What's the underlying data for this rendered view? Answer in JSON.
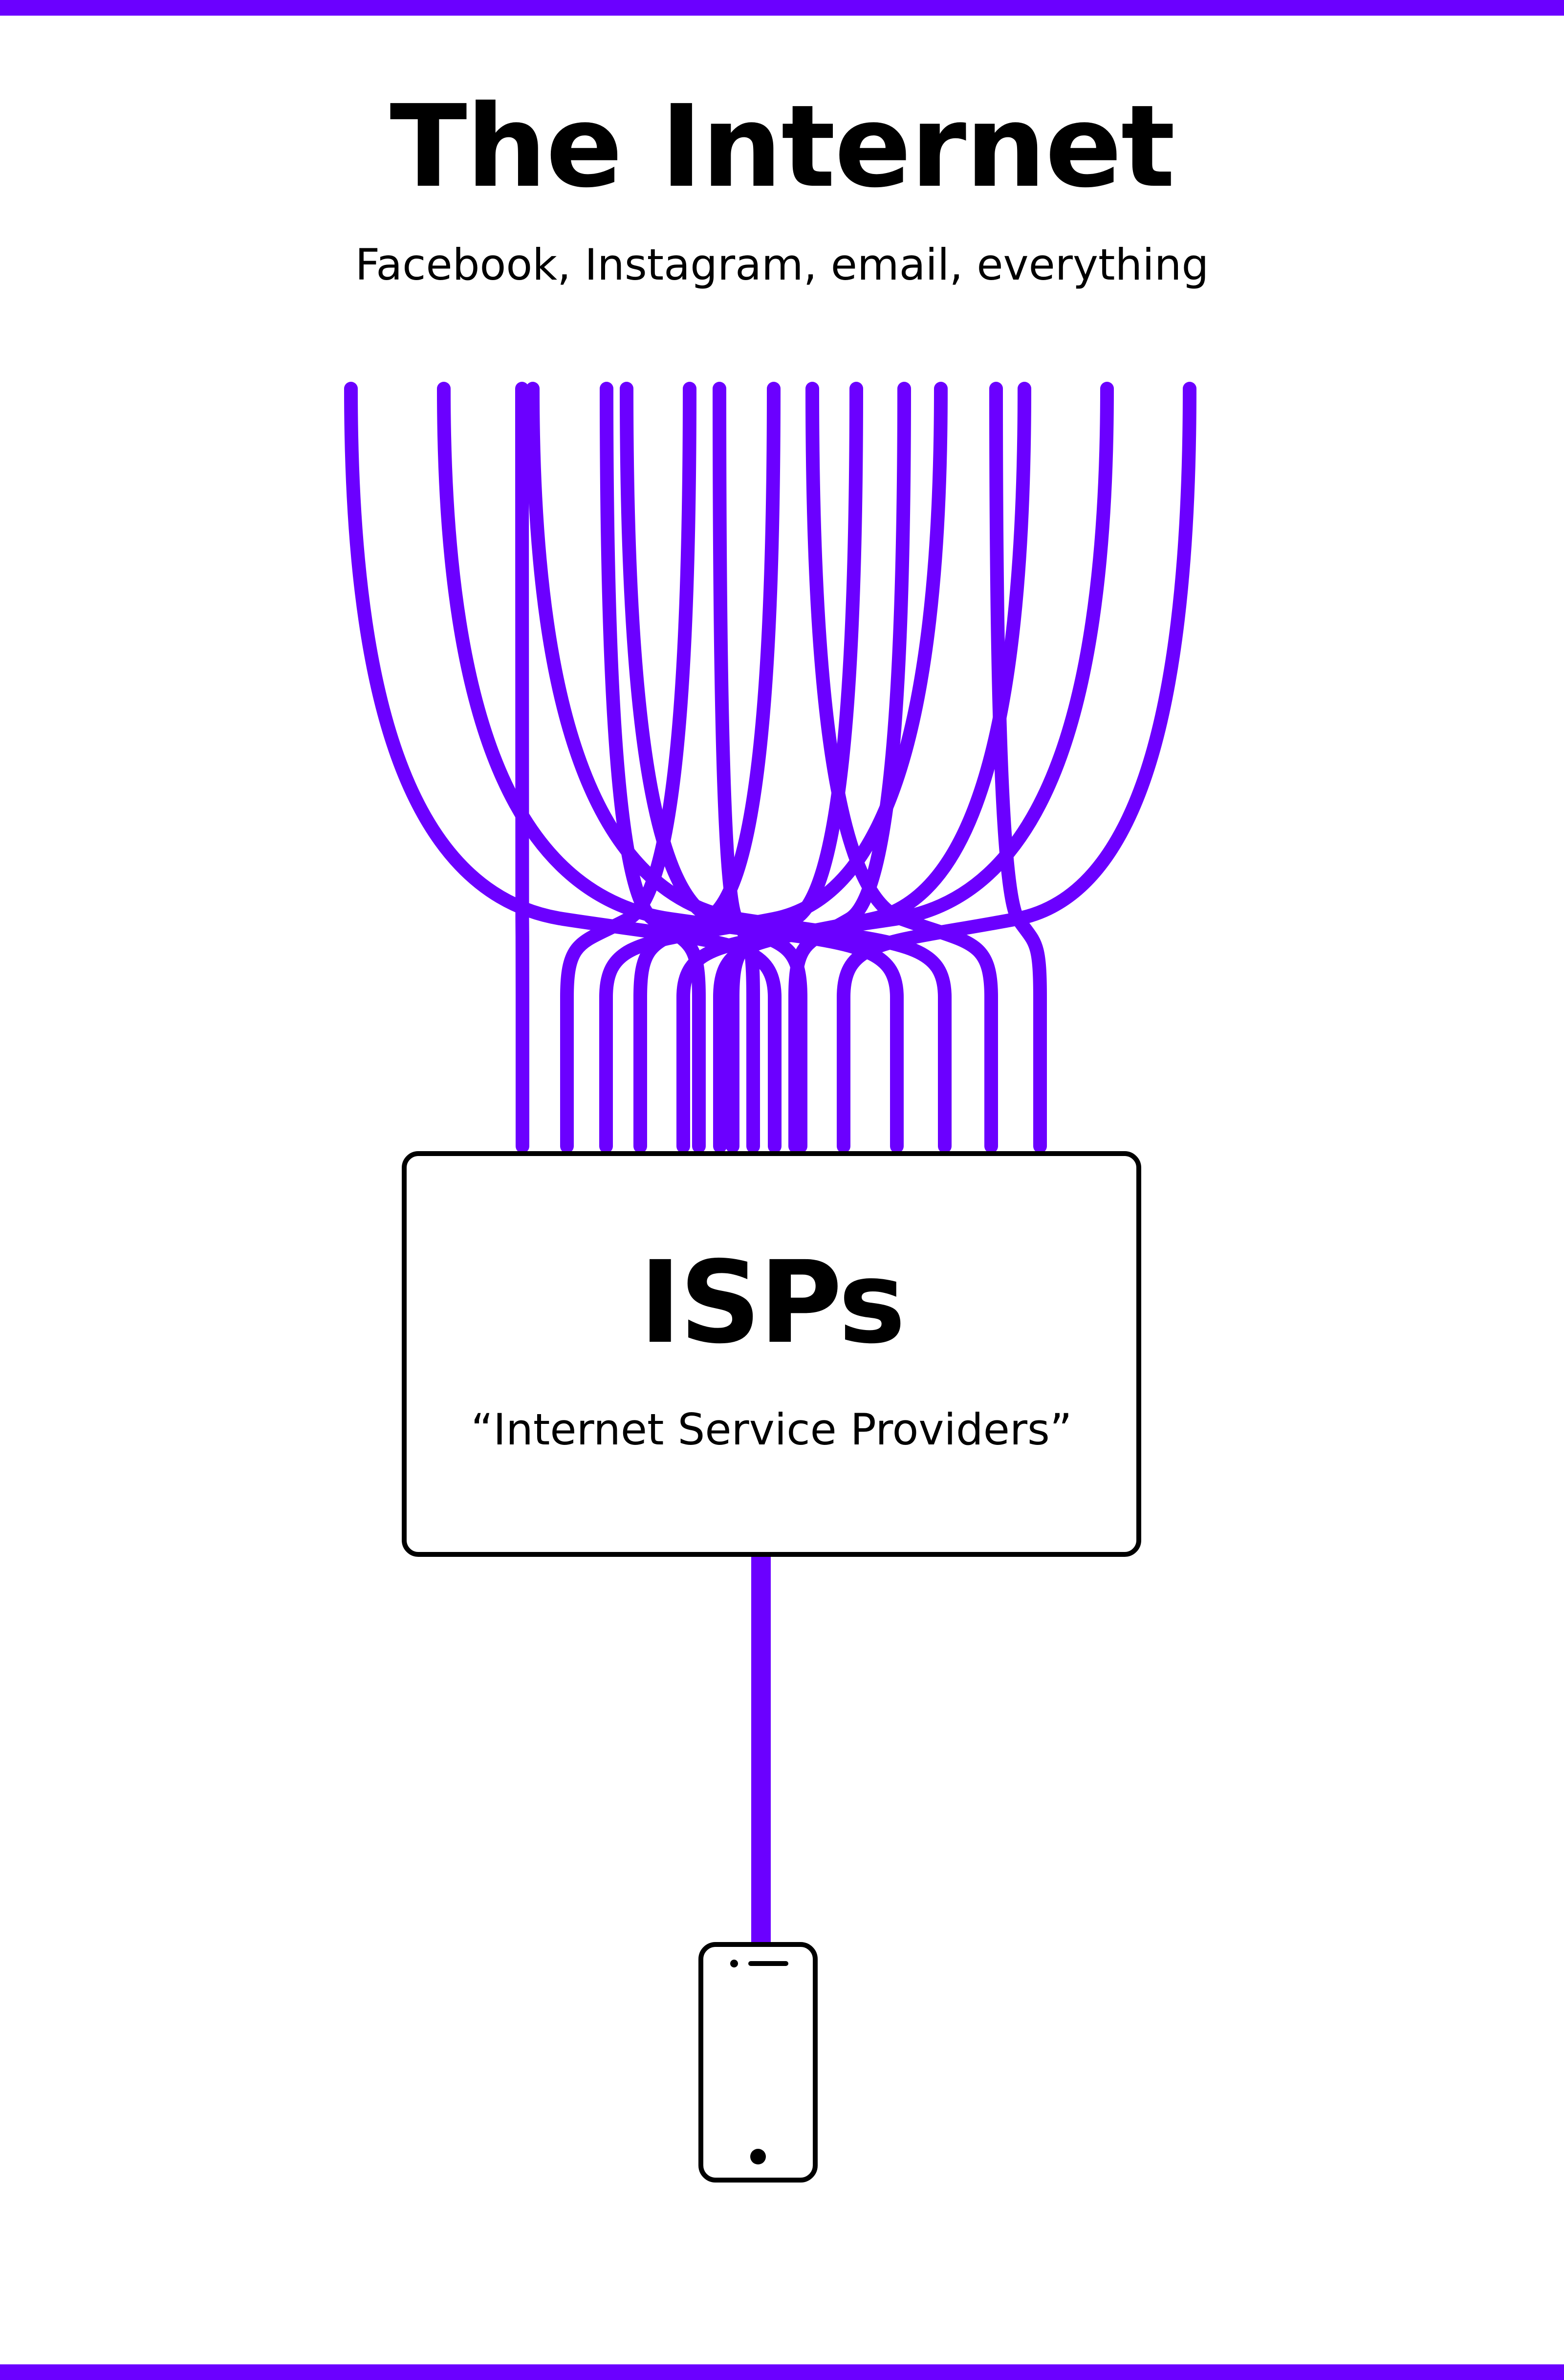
{
  "title": "The Internet",
  "subtitle": "Facebook, Instagram, email, everything",
  "isp_box": {
    "title": "ISPs",
    "subtitle": "“Internet Service Providers”"
  },
  "colors": {
    "accent": "#6b00ff",
    "ink": "#000000",
    "background": "#ffffff"
  },
  "icons": [
    "smartphone-icon"
  ]
}
